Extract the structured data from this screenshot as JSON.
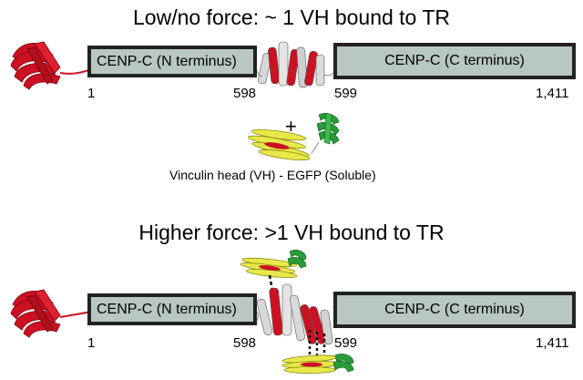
{
  "top": {
    "title": "Low/no force: ~ 1 VH bound to TR",
    "n_box": "CENP-C (N terminus)",
    "c_box": "CENP-C (C terminus)",
    "labels": [
      "1",
      "598",
      "599",
      "1,411"
    ]
  },
  "middle": {
    "plus": "+",
    "caption": "Vinculin head (VH) - EGFP   (Soluble)"
  },
  "bottom": {
    "title": "Higher force: >1 VH bound to TR",
    "n_box": "CENP-C (N terminus)",
    "c_box": "CENP-C (C terminus)",
    "labels": [
      "1",
      "598",
      "599",
      "1,411"
    ]
  },
  "colors": {
    "protein_red": "#cc1122",
    "box_fill": "#b9c7c1",
    "helix_yellow": "#e8e84a",
    "egfp_green": "#2a9a3a"
  }
}
